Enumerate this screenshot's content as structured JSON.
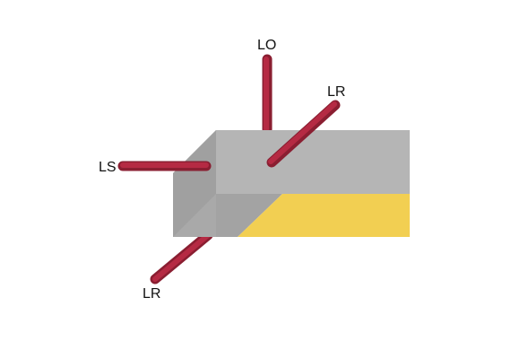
{
  "labels": {
    "top": "LO",
    "upper_right": "LR",
    "left": "LS",
    "lower_left": "LR"
  },
  "colors": {
    "background": "#ffffff",
    "box_front": "#b3b3b3",
    "box_top": "#9e9e9e",
    "box_side": "#a6a6a6",
    "stripe": "#f2cf52",
    "rod": "#b0283f",
    "rod_shade": "#7f1a2c",
    "label": "#111111"
  }
}
